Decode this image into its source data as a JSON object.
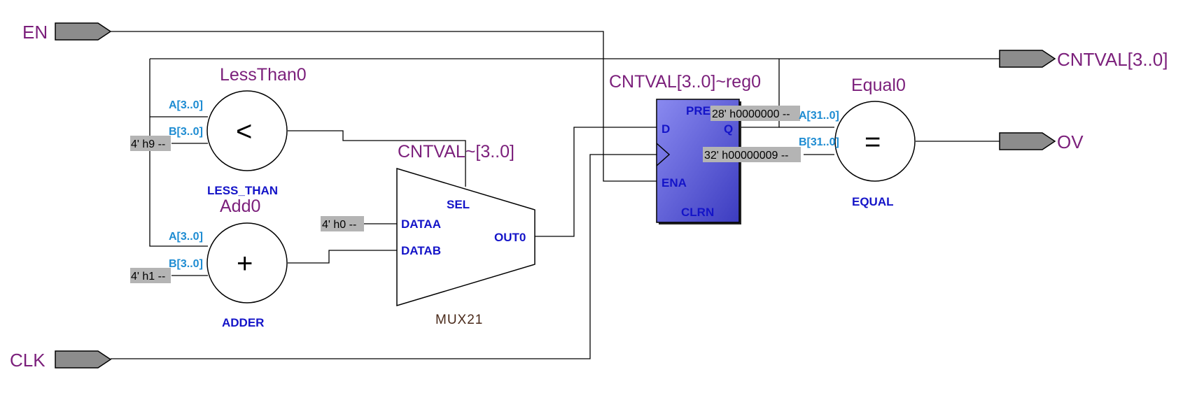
{
  "pins": {
    "en": "EN",
    "clk": "CLK",
    "cntval_out": "CNTVAL[3..0]",
    "ov": "OV"
  },
  "less_than": {
    "instance": "LessThan0",
    "type": "LESS_THAN",
    "port_a": "A[3..0]",
    "port_b": "B[3..0]",
    "op": "<",
    "const_b": "4' h9 --"
  },
  "adder": {
    "instance": "Add0",
    "type": "ADDER",
    "port_a": "A[3..0]",
    "port_b": "B[3..0]",
    "op": "+",
    "const_b": "4' h1 --"
  },
  "mux": {
    "instance": "CNTVAL~[3..0]",
    "type": "MUX21",
    "port_sel": "SEL",
    "port_dataa": "DATAA",
    "port_datab": "DATAB",
    "port_out": "OUT0",
    "const_dataa": "4' h0 --"
  },
  "register": {
    "instance": "CNTVAL[3..0]~reg0",
    "port_pre": "PRE",
    "port_d": "D",
    "port_q": "Q",
    "port_ena": "ENA",
    "port_clrn": "CLRN"
  },
  "equal": {
    "instance": "Equal0",
    "type": "EQUAL",
    "port_a": "A[31..0]",
    "port_b": "B[31..0]",
    "op": "=",
    "const_a": "28' h0000000 --",
    "const_b": "32' h00000009 --"
  },
  "colors": {
    "register_fill_top": "#8a8af0",
    "register_fill_bottom": "#3c3cc0",
    "pin_fill": "#8c8c8c",
    "label_purple": "#7b1f7b",
    "port_blue": "#1e8cd2",
    "type_blue": "#1414c8"
  }
}
